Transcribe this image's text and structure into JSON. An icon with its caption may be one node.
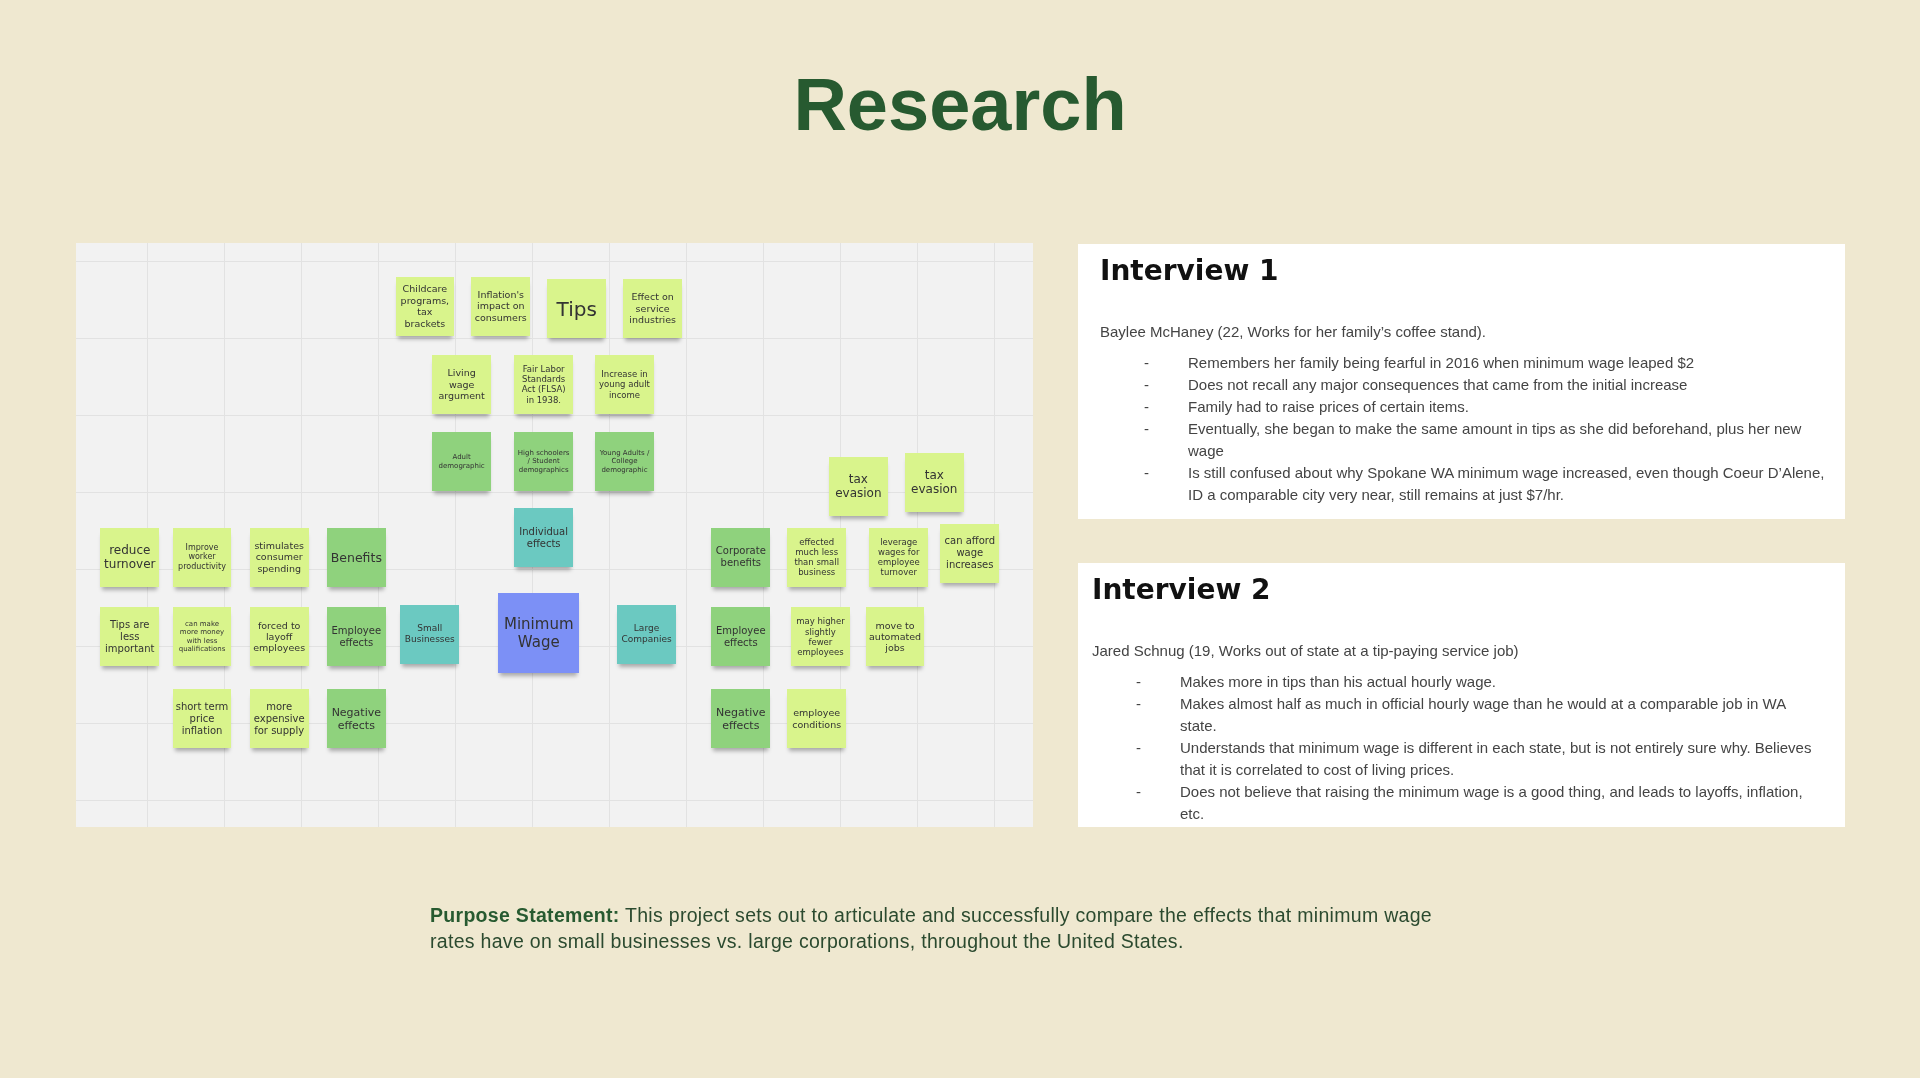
{
  "diagram": {
    "title": "Research",
    "nodes": [
      {
        "text": [],
        "shape": "box"
      },
      {
        "text": [
          "Childcare programs, tax brackets"
        ],
        "in": 0
      },
      {
        "text": [
          "Inflation's impact on consumers"
        ],
        "in": 0
      },
      {
        "text": [
          "Tips"
        ],
        "in": 0
      },
      {
        "text": [
          "Effect on service industries"
        ],
        "in": 0
      },
      {
        "text": [
          "Living wage argument"
        ],
        "in": 0
      },
      {
        "text": [
          "Fair Labor Standards Act (FLSA) in 1938."
        ],
        "in": 0
      },
      {
        "text": [
          "Increase in young adult income"
        ],
        "in": 0
      },
      {
        "text": [
          "Adult demographic"
        ],
        "in": 0
      },
      {
        "text": [
          "High schoolers / Student demographics"
        ],
        "in": 0
      },
      {
        "text": [
          "Young Adults / College demographic"
        ],
        "in": 0
      },
      {
        "text": [
          "tax evasion"
        ],
        "in": 0
      },
      {
        "text": [
          "tax evasion"
        ],
        "in": 0
      },
      {
        "text": [
          "reduce turnover"
        ],
        "in": 0
      },
      {
        "text": [
          "Improve worker productivity"
        ],
        "in": 0
      },
      {
        "text": [
          "stimulates consumer spending"
        ],
        "in": 0
      },
      {
        "text": [
          "Benefits"
        ],
        "in": 0
      },
      {
        "text": [
          "Individual effects"
        ],
        "in": 0
      },
      {
        "text": [
          "Corporate benefits"
        ],
        "in": 0
      },
      {
        "text": [
          "effected much less than small business"
        ],
        "in": 0
      },
      {
        "text": [
          "leverage wages for employee turnover"
        ],
        "in": 0
      },
      {
        "text": [
          "can afford wage increases"
        ],
        "in": 0
      },
      {
        "text": [
          "Tips are less important"
        ],
        "in": 0
      },
      {
        "text": [
          "can make more money with less qualifications"
        ],
        "in": 0
      },
      {
        "text": [
          "forced to layoff employees"
        ],
        "in": 0
      },
      {
        "text": [
          "Employee effects"
        ],
        "in": 0
      },
      {
        "text": [
          "Small Businesses"
        ],
        "in": 0
      },
      {
        "text": [
          "Minimum Wage"
        ],
        "in": 0
      },
      {
        "text": [
          "Large Companies"
        ],
        "in": 0
      },
      {
        "text": [
          "Employee effects"
        ],
        "in": 0
      },
      {
        "text": [
          "may higher slightly fewer employees"
        ],
        "in": 0
      },
      {
        "text": [
          "move to automated jobs"
        ],
        "in": 0
      },
      {
        "text": [
          "short term price inflation"
        ],
        "in": 0
      },
      {
        "text": [
          "more expensive for supply"
        ],
        "in": 0
      },
      {
        "text": [
          "Negative effects"
        ],
        "in": 0
      },
      {
        "text": [
          "Negative effects"
        ],
        "in": 0
      },
      {
        "text": [
          "employee conditions"
        ],
        "in": 0
      },
      {
        "text": [
          "Interview 1",
          "Baylee McHaney (22, Works for her family’s coffee stand).",
          "-",
          "Remembers her family being fearful in 2016 when minimum wage leaped $2",
          "-",
          "Does not recall any major consequences that came from the initial increase",
          "-",
          "Family had to raise prices of certain items.",
          "-",
          "Eventually, she began to make the same amount in tips as she did beforehand, plus her new wage",
          "-",
          "Is still confused about why Spokane WA minimum wage increased, even though Coeur D’Alene, ID a comparable city very near, still remains at just $7/hr."
        ]
      },
      {
        "text": [
          "Interview 2",
          "Jared Schnug (19, Works out of state at a tip-paying service job)",
          "-",
          "Makes more in tips than his actual hourly wage.",
          "-",
          "Makes almost half as much in official hourly wage than he would at a comparable job in WA state.",
          "-",
          "Understands that minimum wage is different in each state, but is not entirely sure why. Believes that it is correlated to cost of living prices.",
          "-",
          "Does not believe that raising the minimum wage is a good thing, and leads to layoffs, inflation, etc."
        ]
      }
    ],
    "labels": [
      "**Purpose Statement:** This project sets out to articulate and successfully compare the effects that minimum wage rates have on small businesses vs. large corporations, throughout the United States."
    ]
  }
}
